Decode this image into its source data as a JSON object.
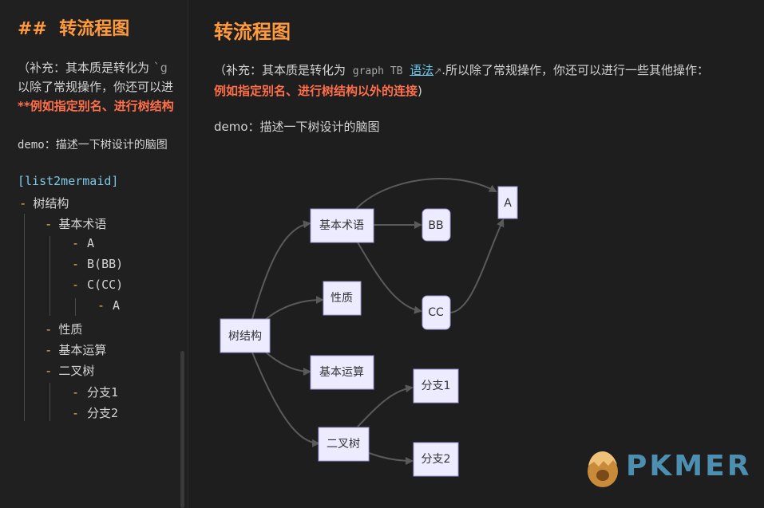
{
  "editor": {
    "heading_marker": "##",
    "heading_text": "转流程图",
    "line1_text": "（补充：其本质是转化为 ",
    "line1_code": "`g",
    "line2": "以除了常规操作，你还可以进",
    "line3": "**例如指定别名、进行树结构",
    "demo": "demo：描述一下树设计的脑图",
    "codeblock": "[list2mermaid]",
    "tree": [
      {
        "label": "树结构",
        "level": 0
      },
      {
        "label": "基本术语",
        "level": 1
      },
      {
        "label": "A",
        "level": 2
      },
      {
        "label": "B(BB)",
        "level": 2
      },
      {
        "label": "C(CC)",
        "level": 2
      },
      {
        "label": "A",
        "level": 3
      },
      {
        "label": "性质",
        "level": 1
      },
      {
        "label": "基本运算",
        "level": 1
      },
      {
        "label": "二叉树",
        "level": 1
      },
      {
        "label": "分支1",
        "level": 2
      },
      {
        "label": "分支2",
        "level": 2
      }
    ]
  },
  "preview": {
    "title": "转流程图",
    "para_prefix": "（补充：其本质是转化为 ",
    "para_code": "graph TB",
    "para_link": "语法",
    "para_link_icon": "↗",
    "para_mid": ".所以除了常规操作，你还可以进行一些其他操作：",
    "para_red": "例如指定别名、进行树结构以外的连接",
    "para_suffix": ")",
    "demo": "demo：描述一下树设计的脑图"
  },
  "flowchart": {
    "nodes": {
      "root": "树结构",
      "term": "基本术语",
      "bb": "BB",
      "a": "A",
      "cc": "CC",
      "prop": "性质",
      "ops": "基本运算",
      "bin": "二叉树",
      "b1": "分支1",
      "b2": "分支2"
    }
  },
  "logo": {
    "text": "PKMER",
    "icon": "egg-logo-icon"
  },
  "colors": {
    "accent": "#ff9a3d",
    "red": "#ff6f4a",
    "link": "#6cc6ea",
    "node_fill": "#ecebff",
    "node_stroke": "#9b97d8"
  }
}
